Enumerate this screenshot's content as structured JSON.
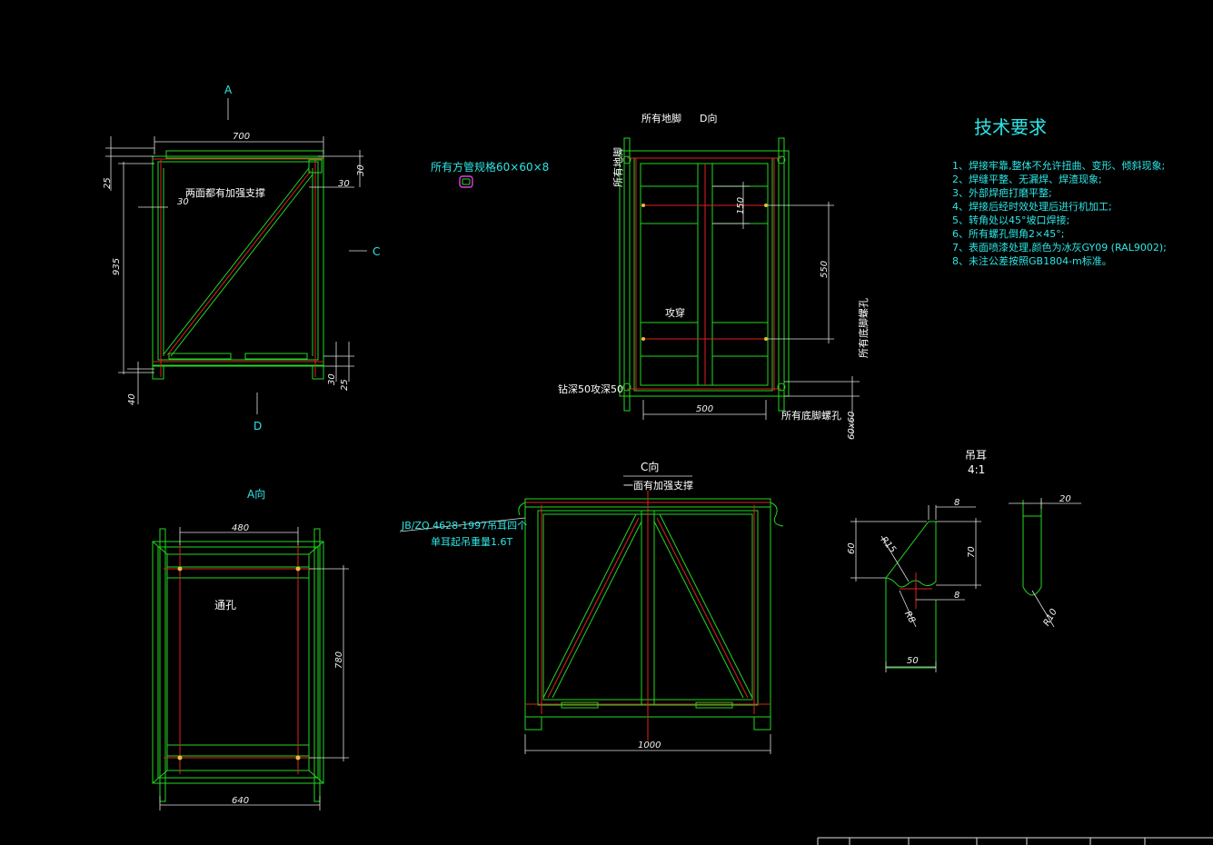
{
  "labels": {
    "A_top": "A",
    "D_bottom": "D",
    "C_side": "C",
    "all_legs": "所有地脚",
    "d_view": "D向",
    "a_view": "A向",
    "c_view": "C向",
    "c_view_sub": "一面有加强支撑",
    "both_sides_brace": "两面都有加强支撑",
    "square_tube": "所有方管规格60×60×8",
    "all_legs_left": "所有地脚",
    "tap_hole": "攻穿",
    "drill_tap": "钻深50攻深50",
    "bottom_legs_holes": "所有底脚螺孔",
    "right_legs_holes": "所有底脚螺孔",
    "through_hole": "通孔",
    "lug_std": "JB/ZQ 4628-1997吊耳四个",
    "lug_load": "单耳起吊重量1.6T",
    "lug_title": "吊耳",
    "lug_scale": "4:1"
  },
  "tech": {
    "title": "技术要求",
    "items": [
      "1、焊接牢靠,整体不允许扭曲、变形、倾斜现象;",
      "2、焊缝平整、无漏焊、焊渣现象;",
      "3、外部焊疤打磨平整;",
      "4、焊接后经时效处理后进行机加工;",
      "5、转角处以45°坡口焊接;",
      "6、所有螺孔倒角2×45°;",
      "7、表面喷漆处理,颜色为冰灰GY09 (RAL9002);",
      "8、未注公差按照GB1804-m标准。"
    ]
  },
  "dims": {
    "d700": "700",
    "d25a": "25",
    "d30a": "30",
    "d30b": "30",
    "d30c": "30",
    "d935": "935",
    "d40": "40",
    "d30d": "30",
    "d25b": "25",
    "d150": "150",
    "d550": "550",
    "d500": "500",
    "d60x60": "60x60",
    "d480": "480",
    "d780": "780",
    "d640": "640",
    "d1000": "1000",
    "lug8a": "8",
    "lug60": "60",
    "lugR15": "R15",
    "lug70": "70",
    "lug8b": "8",
    "lugR8": "R8",
    "lug50": "50",
    "lug20": "20",
    "lugR10": "R10"
  }
}
